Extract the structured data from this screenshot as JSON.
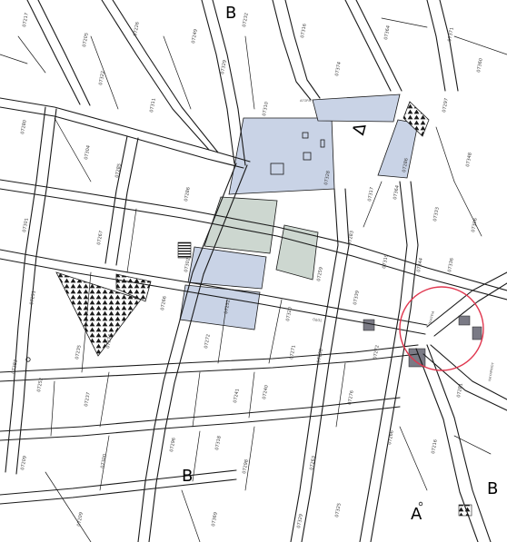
{
  "map": {
    "colors": {
      "background": "#ffffff",
      "street_line": "#1a1a1a",
      "block_fill": "#ffffff",
      "highlight_fill": "#c9d3e6",
      "highlight_fill_alt": "#cdd7d0",
      "dark_building": "#7a7a85",
      "circle_stroke": "#e0374f",
      "hatch_dark": "#1a1a1a"
    },
    "zone_letters": [
      {
        "id": "b-top",
        "text": "B"
      },
      {
        "id": "delta-top",
        "text": "Δ"
      },
      {
        "id": "b-bottom-left",
        "text": "B"
      },
      {
        "id": "b-bottom-right",
        "text": "Β"
      },
      {
        "id": "alpha-bottom",
        "text": "Α"
      }
    ],
    "block_labels": [
      "07217",
      "07205",
      "07226",
      "07249",
      "07232",
      "07316",
      "07364",
      "07371",
      "07374",
      "07360",
      "07322",
      "07311",
      "07329",
      "07310",
      "07280",
      "07304",
      "07285",
      "07286",
      "07328",
      "07297",
      "07348",
      "07286",
      "07317",
      "07364",
      "07333",
      "07306",
      "07301",
      "07267",
      "07283",
      "07319",
      "07344",
      "07336",
      "07251",
      "07302",
      "07259",
      "07339",
      "07320",
      "07252",
      "07266",
      "07283",
      "07235",
      "07274",
      "07272",
      "07271",
      "07238",
      "07272",
      "07252",
      "07237",
      "07241",
      "07240",
      "07276",
      "07281",
      "07209",
      "07300",
      "07296",
      "07318",
      "07298",
      "07263",
      "07266",
      "07216",
      "07209",
      "07369",
      "07329",
      "07325"
    ],
    "street_labels": [
      "ΑΓΟΡΑ",
      "ΟΔΟΣ",
      "ΠΛΑΤΕΙΑ",
      "ΝΑΥΑΡΙΝΟΥ"
    ]
  }
}
